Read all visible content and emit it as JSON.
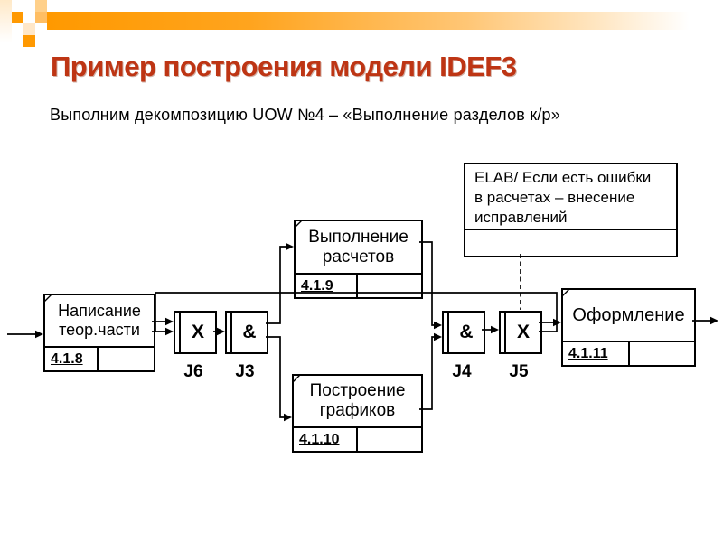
{
  "slide": {
    "title": "Пример построения модели IDEF3",
    "subtitle": "Выполним декомпозицию UOW №4 – «Выполнение разделов к/р»"
  },
  "colors": {
    "accent_orange": "#FF9900",
    "title_red": "#BE3514",
    "line_black": "#000000"
  },
  "diagram": {
    "activities": [
      {
        "id": "4.1.8",
        "name": "Написание теор.части"
      },
      {
        "id": "4.1.9",
        "name": "Выполнение расчетов"
      },
      {
        "id": "4.1.10",
        "name": "Построение графиков"
      },
      {
        "id": "4.1.11",
        "name": "Оформление"
      }
    ],
    "junctions": [
      {
        "id": "J6",
        "type": "X"
      },
      {
        "id": "J3",
        "type": "&"
      },
      {
        "id": "J4",
        "type": "&"
      },
      {
        "id": "J5",
        "type": "X"
      }
    ],
    "referent": {
      "lines": [
        "ELAB/ Если есть ошибки",
        "в расчетах – внесение",
        "исправлений"
      ]
    },
    "edges": [
      "input → 4.1.8",
      "4.1.8 → J6",
      "J6 → J3",
      "J3 → 4.1.9",
      "J3 → 4.1.10",
      "4.1.9 → J4",
      "4.1.10 → J4",
      "J4 → J5",
      "J5 → 4.1.11",
      "4.1.8 → 4.1.11 (bypass line)",
      "ELAB referent ⇢ J5 (dashed)",
      "4.1.11 → output"
    ]
  }
}
